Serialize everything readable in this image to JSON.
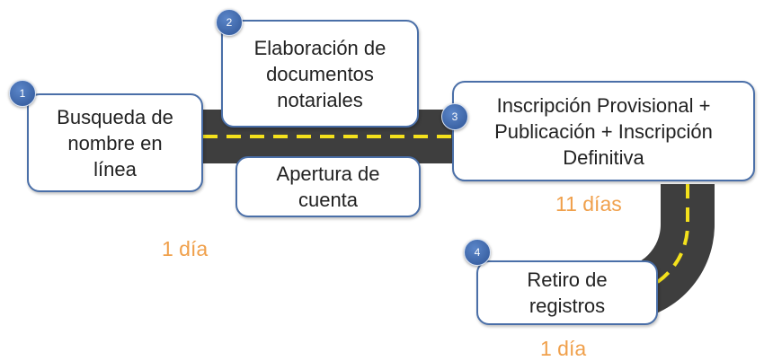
{
  "steps": [
    {
      "number": "1",
      "label": "Busqueda de\nnombre en\nlínea"
    },
    {
      "number": "2",
      "label": "Elaboración de\ndocumentos\nnotariales"
    },
    {
      "number": "3",
      "label": "Inscripción Provisional +\nPublicación + Inscripción\nDefinitiva"
    },
    {
      "number": "4",
      "label": "Retiro de\nregistros"
    }
  ],
  "extra_box": {
    "label": "Apertura de\ncuenta"
  },
  "durations": {
    "first": "1 día",
    "second": "11 días",
    "third": "1 día"
  },
  "colors": {
    "box_border": "#4a6fa8",
    "badge": "#3a63a8",
    "road": "#3e3e3e",
    "road_line": "#f4e11c",
    "duration_text": "#f0a04b"
  }
}
